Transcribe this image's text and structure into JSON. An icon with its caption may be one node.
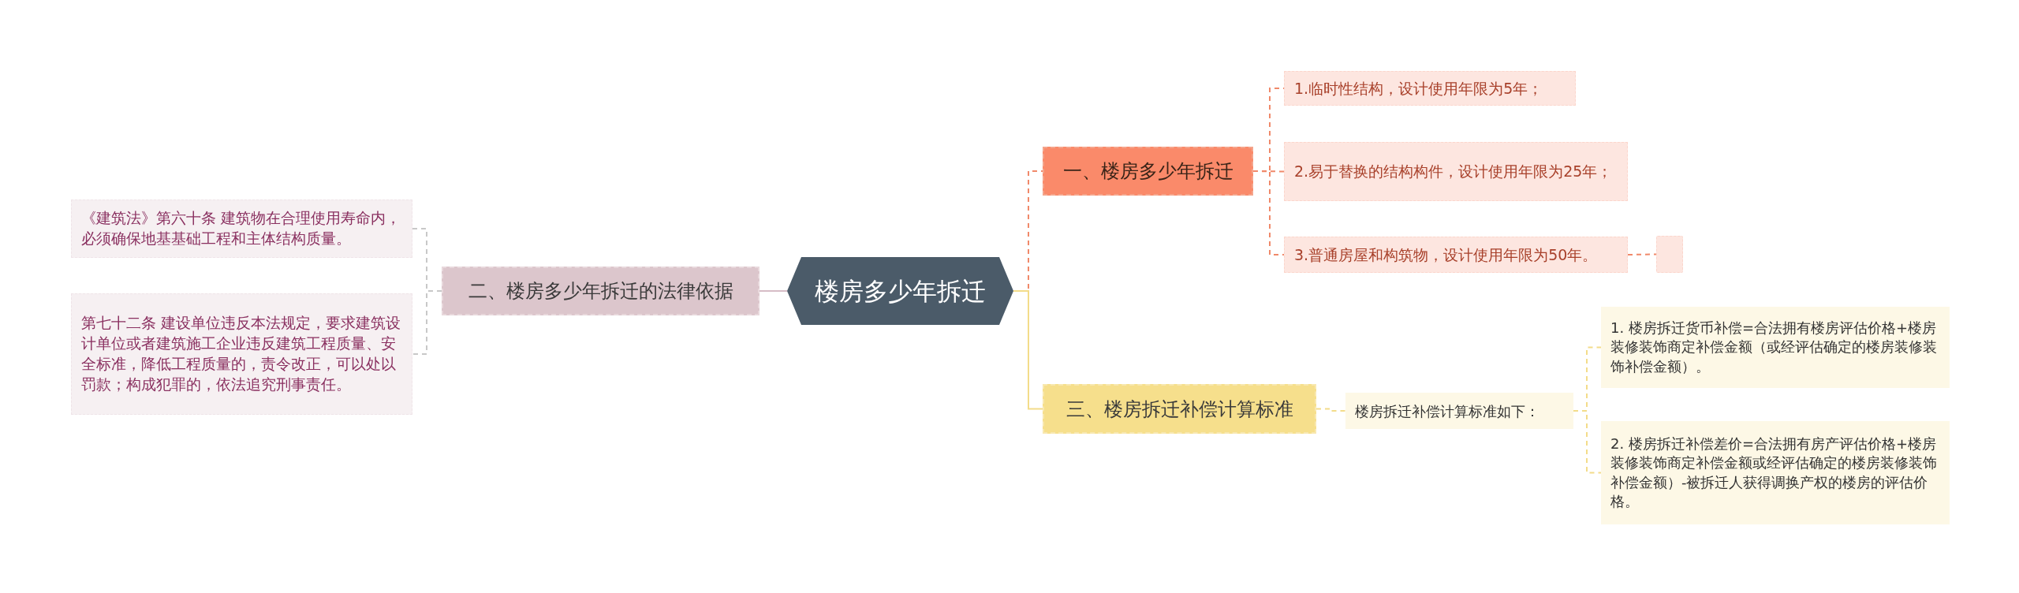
{
  "diagram": {
    "nodes": [
      {
        "text": [
          "楼房多少年拆迁"
        ]
      },
      {
        "text": [
          "一、楼房多少年拆迁"
        ]
      },
      {
        "text": [
          "1.临时性结构，设计使用年限为5年；"
        ]
      },
      {
        "text": [
          "2.易于替换的结构构件，设计使用年限为25年；"
        ]
      },
      {
        "text": [
          "3.普通房屋和构筑物，设计使用年限为50年。"
        ]
      },
      {
        "text": [],
        "shape": "box"
      },
      {
        "text": [
          "二、楼房多少年拆迁的法律依据"
        ]
      },
      {
        "text": [
          "《建筑法》第六十条 建筑物在合理使用寿命内，必须确保地基基础工程和主体结构质量。"
        ]
      },
      {
        "text": [
          "第七十二条 建设单位违反本法规定，要求建筑设计单位或者建筑施工企业违反建筑工程质量、安全标准，降低工程质量的，责令改正，可以处以罚款；构成犯罪的，依法追究刑事责任。"
        ]
      },
      {
        "text": [
          "三、楼房拆迁补偿计算标准"
        ]
      },
      {
        "text": [
          "楼房拆迁补偿计算标准如下："
        ]
      },
      {
        "text": [
          "1. 楼房拆迁货币补偿=合法拥有楼房评估价格+楼房装修装饰商定补偿金额（或经评估确定的楼房装修装饰补偿金额）。"
        ]
      },
      {
        "text": [
          "2. 楼房拆迁补偿差价=合法拥有房产评估价格+楼房装修装饰商定补偿金额或经评估确定的楼房装修装饰补偿金额）-被拆迁人获得调换产权的楼房的评估价格。"
        ]
      }
    ],
    "edges": [
      {
        "from": 0,
        "to": 1,
        "arrow": "none",
        "style": "dashed",
        "color": "#f0896a"
      },
      {
        "from": 1,
        "to": 2,
        "arrow": "none",
        "style": "dashed",
        "color": "#f0896a"
      },
      {
        "from": 1,
        "to": 3,
        "arrow": "none",
        "style": "dashed",
        "color": "#f0896a"
      },
      {
        "from": 1,
        "to": 4,
        "arrow": "none",
        "style": "dashed",
        "color": "#f0896a"
      },
      {
        "from": 4,
        "to": 5,
        "arrow": "none",
        "style": "dashed",
        "color": "#f0896a"
      },
      {
        "from": 0,
        "to": 6,
        "arrow": "none",
        "color": "#d6bcc6"
      },
      {
        "from": 6,
        "to": 7,
        "arrow": "none",
        "style": "dashed",
        "color": "#c8c8c8"
      },
      {
        "from": 6,
        "to": 8,
        "arrow": "none",
        "style": "dashed",
        "color": "#c8c8c8"
      },
      {
        "from": 0,
        "to": 9,
        "arrow": "none",
        "color": "#f3dc8a"
      },
      {
        "from": 9,
        "to": 10,
        "arrow": "none",
        "style": "dashed",
        "color": "#f3dc8a"
      },
      {
        "from": 10,
        "to": 11,
        "arrow": "none",
        "style": "dashed",
        "color": "#f3dc8a"
      },
      {
        "from": 10,
        "to": 12,
        "arrow": "none",
        "style": "dashed",
        "color": "#f3dc8a"
      }
    ]
  }
}
